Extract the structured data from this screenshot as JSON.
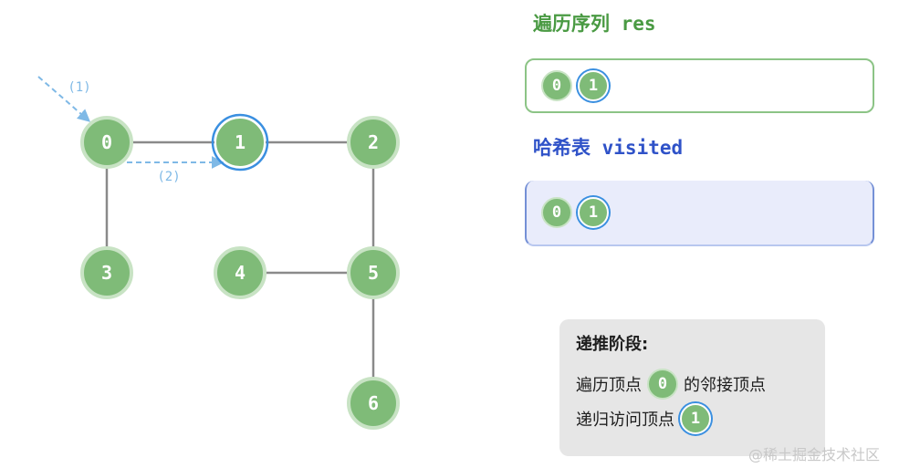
{
  "graph": {
    "nodes": [
      {
        "id": "0",
        "label": "0",
        "state": "visited"
      },
      {
        "id": "1",
        "label": "1",
        "state": "current"
      },
      {
        "id": "2",
        "label": "2",
        "state": "unvisited"
      },
      {
        "id": "3",
        "label": "3",
        "state": "unvisited"
      },
      {
        "id": "4",
        "label": "4",
        "state": "unvisited"
      },
      {
        "id": "5",
        "label": "5",
        "state": "unvisited"
      },
      {
        "id": "6",
        "label": "6",
        "state": "unvisited"
      }
    ],
    "edges": [
      [
        "0",
        "1"
      ],
      [
        "1",
        "2"
      ],
      [
        "0",
        "3"
      ],
      [
        "2",
        "5"
      ],
      [
        "4",
        "5"
      ],
      [
        "5",
        "6"
      ]
    ],
    "step_labels": [
      {
        "id": "step-1",
        "text": "(1)",
        "to_node": "0"
      },
      {
        "id": "step-2",
        "text": "(2)",
        "from_node": "0",
        "to_node": "1"
      }
    ]
  },
  "res": {
    "title": "遍历序列 res",
    "items": [
      "0",
      "1"
    ],
    "current_index": 1
  },
  "visited": {
    "title": "哈希表 visited",
    "items": [
      "0",
      "1"
    ],
    "current_index": 1
  },
  "note": {
    "title": "递推阶段:",
    "line1_prefix": "遍历顶点",
    "line1_chip": "0",
    "line1_suffix": "的邻接顶点",
    "line2_prefix": "递归访问顶点",
    "line2_chip": "1"
  },
  "watermark": "@稀土掘金技术社区",
  "colors": {
    "node_fill": "#7fbb78",
    "node_ring": "#c8e3c4",
    "current_ring": "#3a8fe0",
    "edge": "#8a8a8a",
    "arrow": "#7fb9e6",
    "res_title": "#4a9a43",
    "visited_title": "#2f52c8"
  }
}
